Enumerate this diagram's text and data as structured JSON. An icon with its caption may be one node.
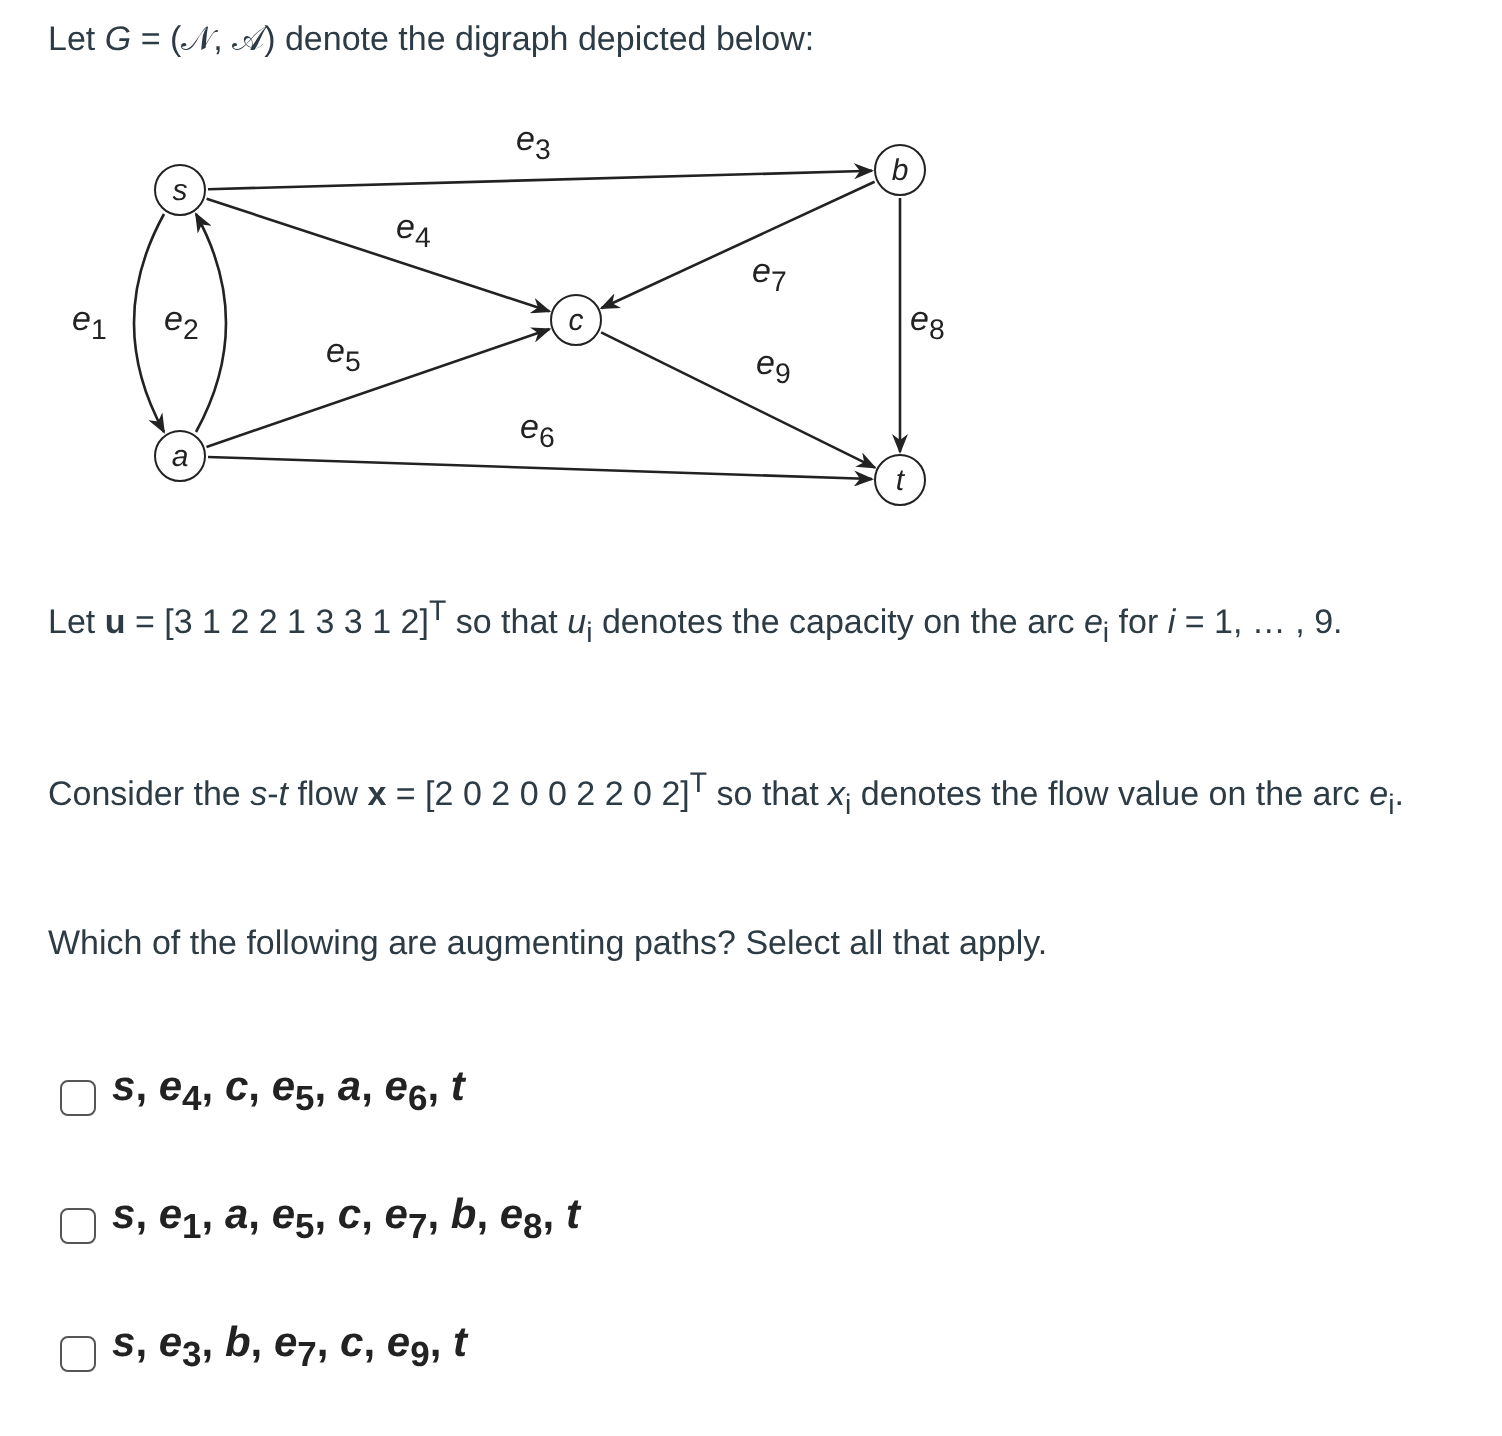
{
  "diagram": {
    "nodes": [
      {
        "text": [
          "*s*"
        ]
      },
      {
        "text": [
          "*b*"
        ]
      },
      {
        "text": [
          "*c*"
        ]
      },
      {
        "text": [
          "*a*"
        ]
      },
      {
        "text": [
          "*t*"
        ]
      }
    ],
    "edges": [
      {
        "from": 0,
        "to": 3,
        "arrow": "to",
        "label": "*e*$_{1}$"
      },
      {
        "from": 3,
        "to": 0,
        "arrow": "to",
        "label": "*e*$_{2}$"
      },
      {
        "from": 0,
        "to": 1,
        "arrow": "to",
        "label": "*e*$_{3}$"
      },
      {
        "from": 0,
        "to": 2,
        "arrow": "to",
        "label": "*e*$_{4}$"
      },
      {
        "from": 3,
        "to": 2,
        "arrow": "to",
        "label": "*e*$_{5}$"
      },
      {
        "from": 3,
        "to": 4,
        "arrow": "to",
        "label": "*e*$_{6}$"
      },
      {
        "from": 1,
        "to": 2,
        "arrow": "to",
        "label": "*e*$_{7}$"
      },
      {
        "from": 1,
        "to": 4,
        "arrow": "to",
        "label": "*e*$_{8}$"
      },
      {
        "from": 2,
        "to": 4,
        "arrow": "to",
        "label": "*e*$_{9}$"
      }
    ],
    "labels": [
      "Let *G* = (𝒩, 𝒜) denote the digraph depicted below:",
      "Let **u** = [3   1   2   2   1   3   3   1   2]$^{T}$ so that *u*$_{i}$ denotes the capacity on the arc *e*$_{i}$ for *i* = 1, … , 9.",
      "Consider the *s*-*t* flow **x** = [2   0   2   0   0   2   2   0   2]$^{T}$ so that *x*$_{i}$ denotes the flow value on the arc *e*$_{i}$.",
      "Which of the following are augmenting paths? Select all that apply.",
      "*s*, *e*$_{4}$, *c*, *e*$_{5}$, *a*, *e*$_{6}$, *t*",
      "*s*, *e*$_{1}$, *a*, *e*$_{5}$, *c*, *e*$_{7}$, *b*, *e*$_{8}$, *t*",
      "*s*, *e*$_{3}$, *b*, *e*$_{7}$, *c*, *e*$_{9}$, *t*"
    ]
  }
}
